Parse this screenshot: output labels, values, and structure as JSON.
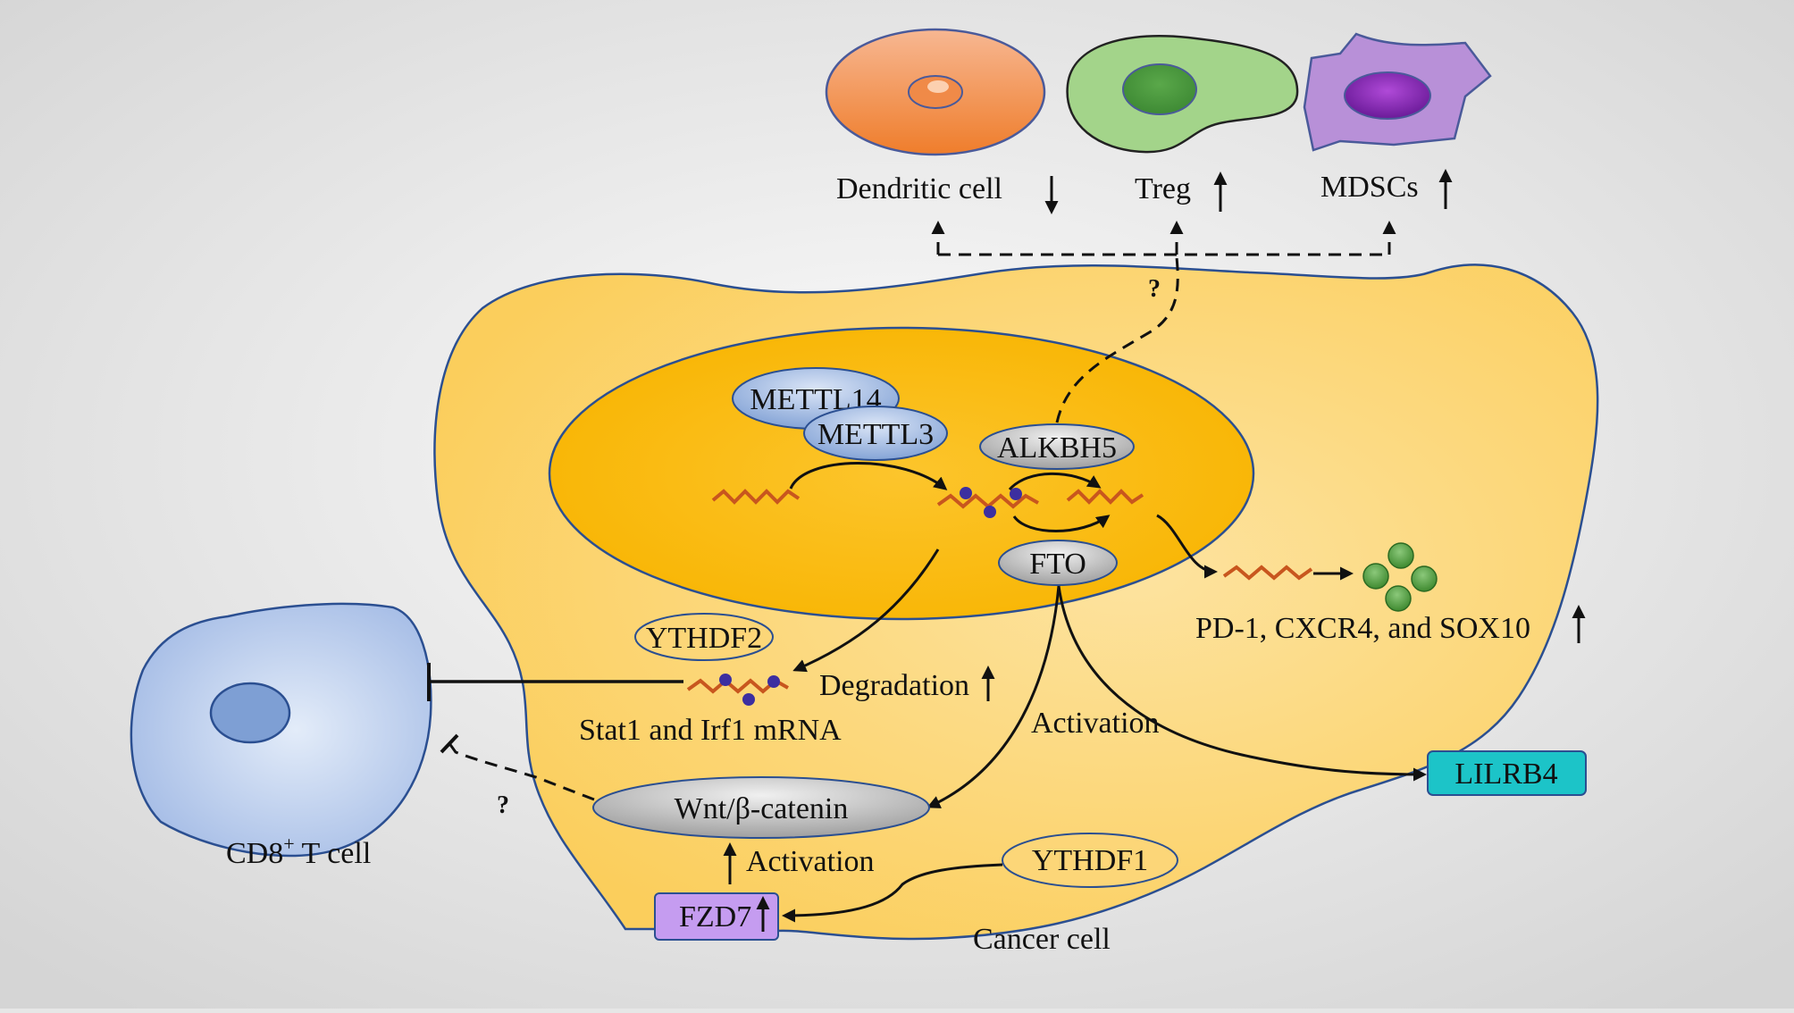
{
  "immune_cells": {
    "dendritic_label": "Dendritic cell",
    "treg_label": "Treg",
    "mdsc_label": "MDSCs"
  },
  "nucleus": {
    "mettl14": "METTL14",
    "mettl3": "METTL3",
    "alkbh5": "ALKBH5",
    "fto": "FTO"
  },
  "pathways": {
    "targets_label": "PD-1, CXCR4, and SOX10",
    "ythdf2": "YTHDF2",
    "degradation": "Degradation",
    "stat_irf": "Stat1 and Irf1 mRNA",
    "activation_fto": "Activation",
    "lilrb4": "LILRB4",
    "wnt": "Wnt/β-catenin",
    "activation_fzd": "Activation",
    "ythdf1": "YTHDF1",
    "fzd7": "FZD7",
    "cancer_cell": "Cancer cell"
  },
  "tcell": {
    "label_main": "CD8",
    "label_sup": "+",
    "label_rest": " T cell"
  },
  "question_mark": "?",
  "colors": {
    "background": "#e6e6e6",
    "cancer_cell": "#fcd678",
    "nucleus": "#fbbc1c",
    "mrna": "#c8561e",
    "m6a_dot": "#3c2fa0",
    "lilrb4": "#1cc4c8",
    "fzd7": "#c59cf0",
    "tcell": "#b9cdec",
    "dendritic": "#f0894a",
    "treg": "#a3d48a",
    "mdsc": "#b890d8"
  }
}
